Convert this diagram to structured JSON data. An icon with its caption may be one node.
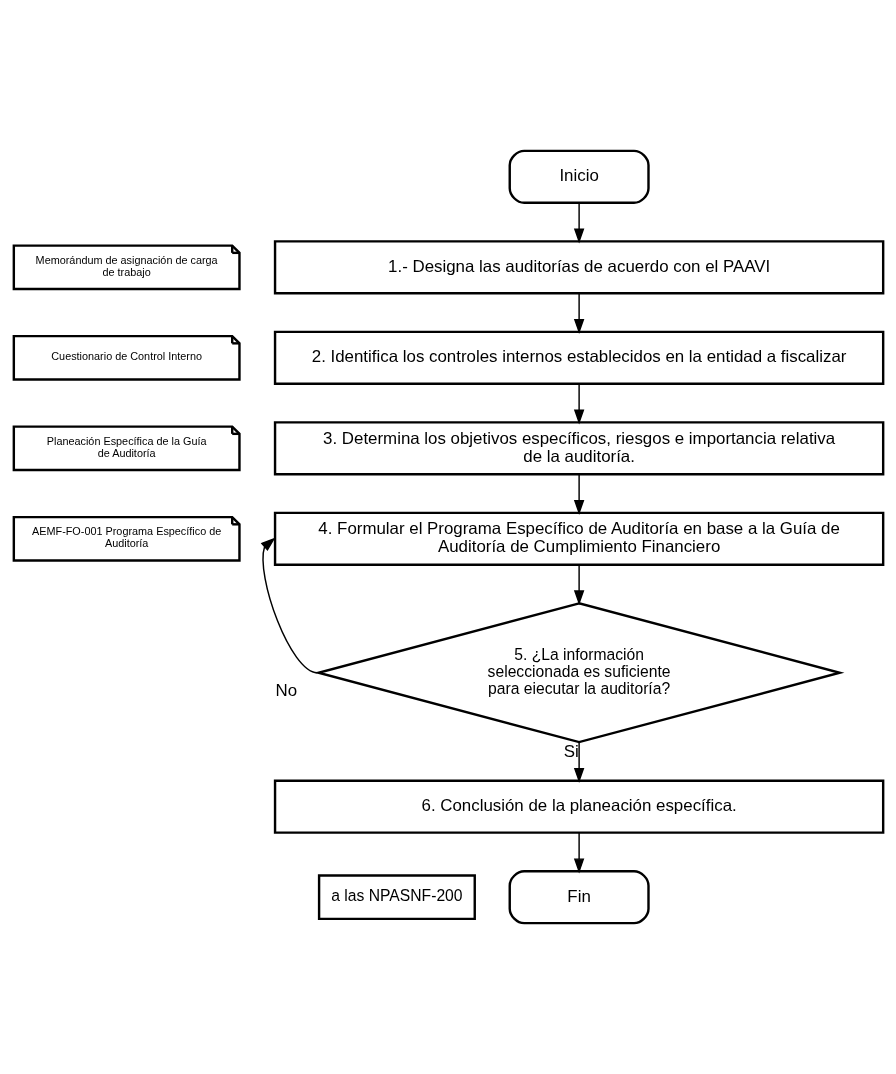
{
  "diagram": {
    "nodes": [
      {
        "text": [
          "Inicio"
        ]
      },
      {
        "text": [
          "Memorándum de asignación de carga de trabajo"
        ]
      },
      {
        "text": [
          "1.- Designa las auditorías de acuerdo con el PAAVI"
        ]
      },
      {
        "text": [
          "Cuestionario de Control Interno"
        ]
      },
      {
        "text": [
          "2. Identifica los controles internos establecidos en la entidad a fiscalizar"
        ]
      },
      {
        "text": [
          "Planeación Específica de la Guía de Auditoría"
        ]
      },
      {
        "text": [
          "3. Determina los objetivos específicos, riesgos e importancia relativa de la auditoría."
        ]
      },
      {
        "text": [
          "AEMF-FO-001 Programa Específico de Auditoría"
        ]
      },
      {
        "text": [
          "4. Formular el Programa Específico de Auditoría en base a la Guía de Auditoría de Cumplimiento Financiero"
        ]
      },
      {
        "text": [
          "5. ¿La información seleccionada es suficiente para eiecutar la auditoría?"
        ]
      },
      {
        "text": [
          "6. Conclusión de la planeación específica."
        ]
      },
      {
        "text": [
          "Fin"
        ]
      },
      {
        "text": [
          "a las NPASNF-200"
        ]
      }
    ],
    "edges": [
      {
        "from": 0,
        "to": 2,
        "arrow": "to"
      },
      {
        "from": 2,
        "to": 4,
        "arrow": "to"
      },
      {
        "from": 4,
        "to": 6,
        "arrow": "to"
      },
      {
        "from": 6,
        "to": 8,
        "arrow": "to"
      },
      {
        "from": 8,
        "to": 9,
        "arrow": "to"
      },
      {
        "from": 9,
        "to": 8,
        "arrow": "to",
        "label": "No"
      },
      {
        "from": 9,
        "to": 10,
        "arrow": "to",
        "label": "Si"
      },
      {
        "from": 10,
        "to": 11,
        "arrow": "to"
      }
    ]
  }
}
